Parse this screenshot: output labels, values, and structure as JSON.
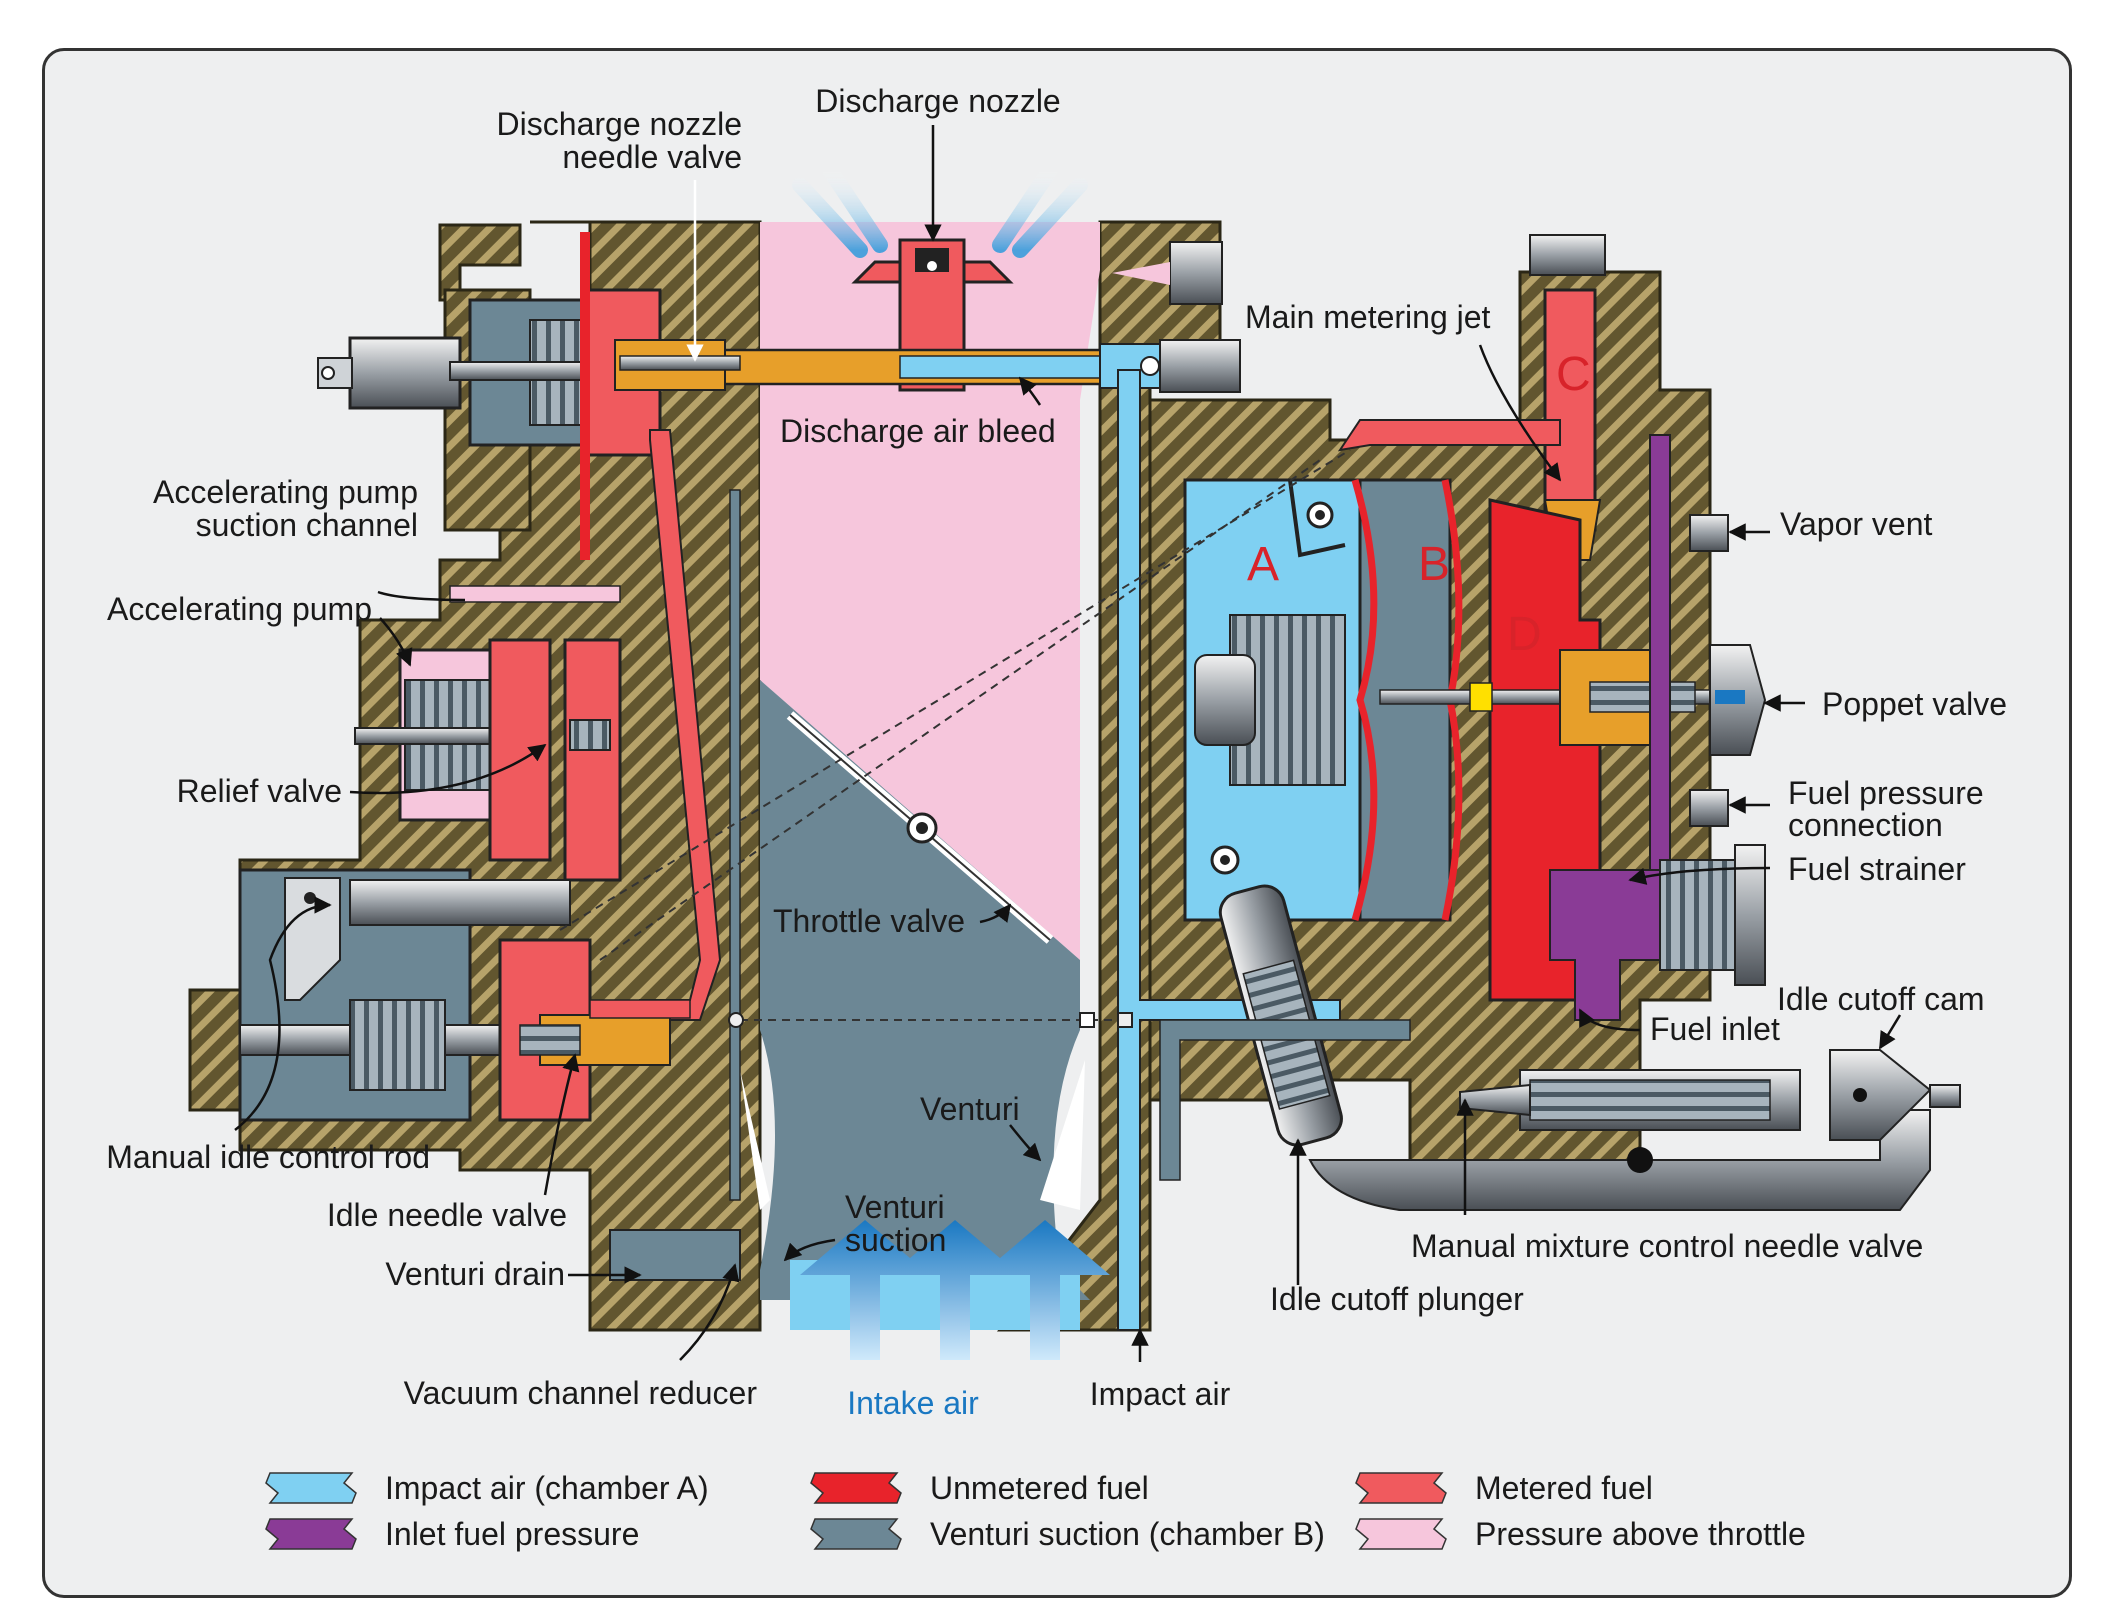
{
  "labels": {
    "discharge_nozzle": "Discharge nozzle",
    "discharge_nozzle_needle_valve_1": "Discharge nozzle",
    "discharge_nozzle_needle_valve_2": "needle valve",
    "main_metering_jet": "Main metering jet",
    "discharge_air_bleed": "Discharge air bleed",
    "accelerating_pump_suction_channel_1": "Accelerating pump",
    "accelerating_pump_suction_channel_2": "suction channel",
    "accelerating_pump": "Accelerating pump",
    "relief_valve": "Relief valve",
    "throttle_valve": "Throttle valve",
    "manual_idle_control_rod": "Manual idle control rod",
    "idle_needle_valve": "Idle needle valve",
    "venturi": "Venturi",
    "venturi_suction_1": "Venturi",
    "venturi_suction_2": "suction",
    "venturi_drain": "Venturi drain",
    "vacuum_channel_reducer": "Vacuum channel reducer",
    "intake_air": "Intake air",
    "impact_air": "Impact air",
    "vapor_vent": "Vapor vent",
    "poppet_valve": "Poppet valve",
    "fuel_pressure_connection_1": "Fuel pressure",
    "fuel_pressure_connection_2": "connection",
    "fuel_strainer": "Fuel strainer",
    "idle_cutoff_cam": "Idle cutoff cam",
    "fuel_inlet": "Fuel inlet",
    "manual_mixture_control_needle_valve": "Manual mixture control needle valve",
    "idle_cutoff_plunger": "Idle cutoff plunger"
  },
  "chambers": {
    "a": "A",
    "b": "B",
    "c": "C",
    "d": "D"
  },
  "legend": [
    {
      "label": "Impact air (chamber A)",
      "color": "#7fd0f2"
    },
    {
      "label": "Unmetered fuel",
      "color": "#e8232b"
    },
    {
      "label": "Metered fuel",
      "color": "#f05a5e"
    },
    {
      "label": "Inlet fuel pressure",
      "color": "#8a3b96"
    },
    {
      "label": "Venturi suction (chamber B)",
      "color": "#6c8795"
    },
    {
      "label": "Pressure above throttle",
      "color": "#f6c6dc"
    }
  ],
  "colors": {
    "impact_air": "#7fd0f2",
    "unmetered_fuel": "#e8232b",
    "metered_fuel": "#f05a5e",
    "inlet_fuel_pressure": "#8a3b96",
    "venturi_suction": "#6c8795",
    "pressure_above_throttle": "#f6c6dc",
    "body": "#5f5330",
    "intake_arrow": "#1a78c2"
  }
}
